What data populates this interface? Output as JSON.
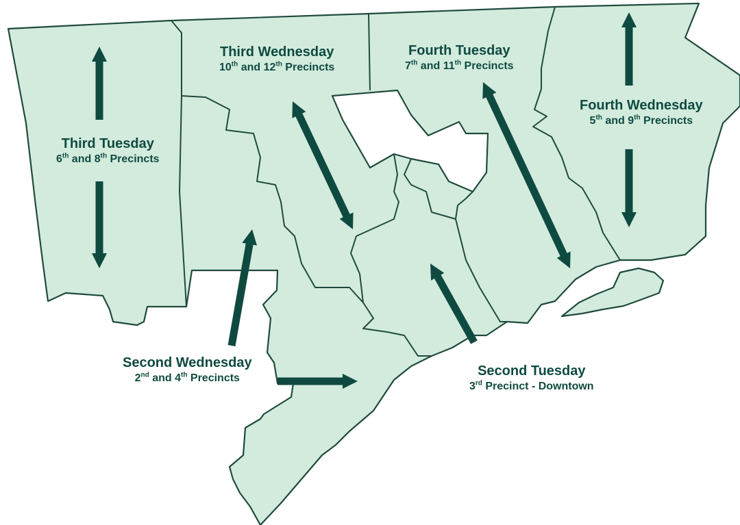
{
  "colors": {
    "land": "#d2ebdd",
    "border": "#1f4a3d",
    "arrow": "#0f4a40",
    "text": "#0f4a40",
    "unshaded": "#ffffff"
  },
  "districts": [
    {
      "id": "west",
      "day": "Third Tuesday",
      "n1": "6",
      "s1": "th",
      "mid": " and ",
      "n2": "8",
      "s2": "th",
      "tail": " Precincts"
    },
    {
      "id": "northwest",
      "day": "Third Wednesday",
      "n1": "10",
      "s1": "th",
      "mid": " and ",
      "n2": "12",
      "s2": "th",
      "tail": " Precincts"
    },
    {
      "id": "north",
      "day": "Fourth Tuesday",
      "n1": "7",
      "s1": "th",
      "mid": " and ",
      "n2": "11",
      "s2": "th",
      "tail": " Precincts"
    },
    {
      "id": "northeast",
      "day": "Fourth Wednesday",
      "n1": "5",
      "s1": "th",
      "mid": " and ",
      "n2": "9",
      "s2": "th",
      "tail": " Precincts"
    },
    {
      "id": "southwest",
      "day": "Second Wednesday",
      "n1": "2",
      "s1": "nd",
      "mid": " and ",
      "n2": "4",
      "s2": "th",
      "tail": " Precincts"
    },
    {
      "id": "downtown",
      "day": "Second Tuesday",
      "n1": "3",
      "s1": "rd",
      "mid": "",
      "n2": "",
      "s2": "",
      "tail": " Precinct - Downtown"
    }
  ]
}
